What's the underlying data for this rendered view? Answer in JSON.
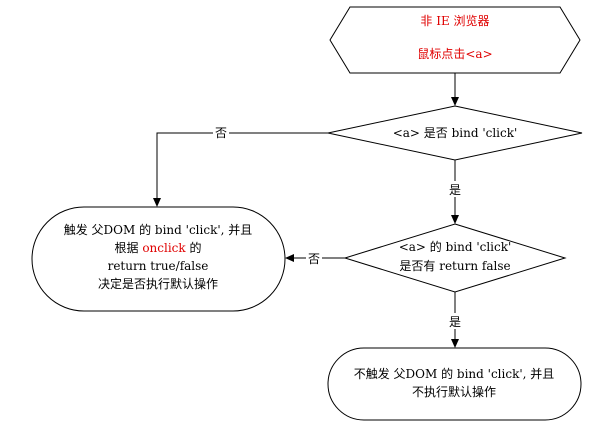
{
  "start": {
    "line1": "非 IE 浏览器",
    "line2": "鼠标点击<a>",
    "color": "#e00000"
  },
  "decision1": {
    "text": "<a> 是否 bind 'click'"
  },
  "decision2": {
    "line1": "<a> 的 bind 'click'",
    "line2": "是否有 return false"
  },
  "outcome_left": {
    "line1": "触发 父DOM 的 bind 'click', 并且",
    "line2_prefix": "根据 ",
    "line2_highlight": "onclick",
    "line2_suffix": " 的",
    "line3": "return true/false",
    "line4": "决定是否执行默认操作",
    "highlight_color": "#e00000"
  },
  "outcome_bottom": {
    "line1": "不触发 父DOM 的 bind 'click', 并且",
    "line2": "不执行默认操作"
  },
  "edge_labels": {
    "d1_no": "否",
    "d1_yes": "是",
    "d2_no": "否",
    "d2_yes": "是"
  }
}
